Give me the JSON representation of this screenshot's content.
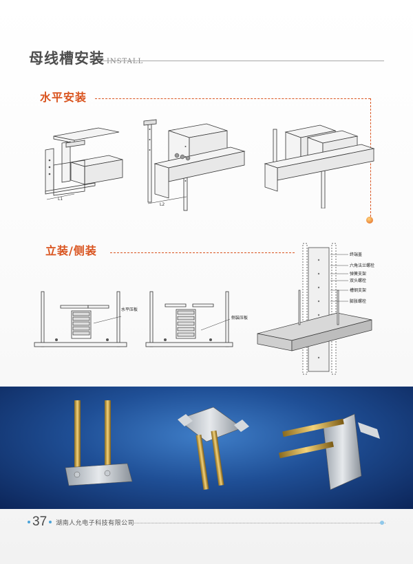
{
  "header": {
    "title": "母线槽安装",
    "subtitle": "INSTALL"
  },
  "sections": {
    "horizontal": {
      "title": "水平安装"
    },
    "vertical": {
      "title": "立装/侧装"
    }
  },
  "diagram_labels": {
    "h_dim1": "L1",
    "h_dim2": "L2",
    "clamp_flat": "水平压板",
    "clamp_side": "侧装压板",
    "vert_labels": [
      "终端盖",
      "六角法兰螺栓",
      "弹簧支架",
      "双头螺栓",
      "槽钢支架",
      "膨胀螺栓"
    ]
  },
  "footer": {
    "page_number": "37",
    "company": "湖南人允电子科技有限公司"
  },
  "colors": {
    "accent": "#d9531e",
    "band": "#1f4f96",
    "page_dot": "#4aa3d9"
  }
}
